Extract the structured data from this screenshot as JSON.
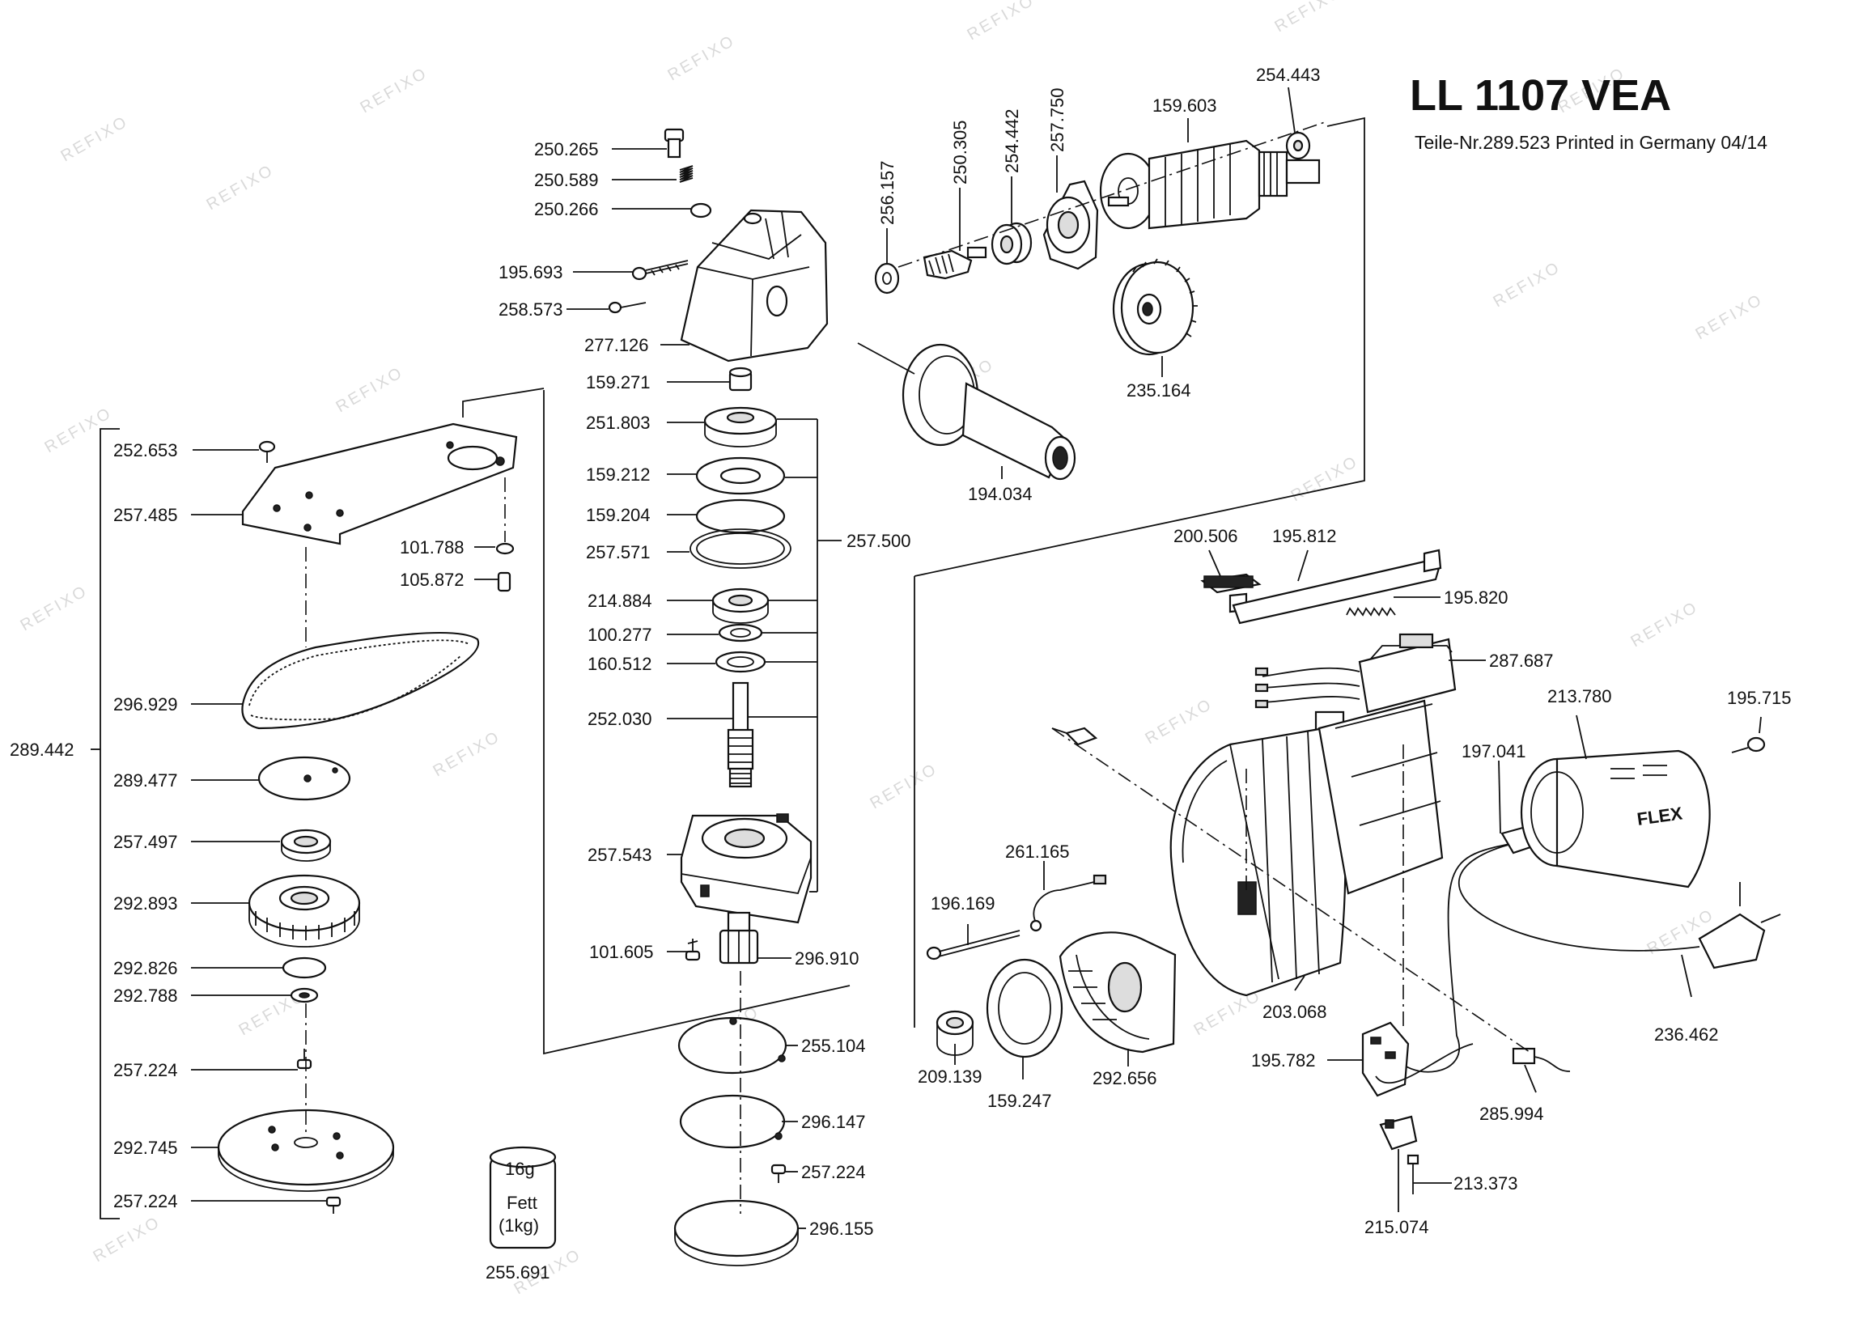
{
  "header": {
    "title": "LL 1107 VEA",
    "subtitle": "Teile-Nr.289.523 Printed in Germany 04/14"
  },
  "watermark": "REFIXO",
  "grease": {
    "amount": "16g",
    "name": "Fett",
    "qty": "(1kg)",
    "part": "255.691"
  },
  "brand_logo": "FLEX",
  "parts": {
    "p250_265": "250.265",
    "p250_589": "250.589",
    "p250_266": "250.266",
    "p195_693": "195.693",
    "p258_573": "258.573",
    "p277_126": "277.126",
    "p159_271": "159.271",
    "p251_803": "251.803",
    "p159_212": "159.212",
    "p159_204": "159.204",
    "p257_571": "257.571",
    "p257_500": "257.500",
    "p214_884": "214.884",
    "p100_277": "100.277",
    "p160_512": "160.512",
    "p252_030": "252.030",
    "p257_543": "257.543",
    "p101_605": "101.605",
    "p296_910": "296.910",
    "p255_104": "255.104",
    "p296_147": "296.147",
    "p257_224_c": "257.224",
    "p296_155": "296.155",
    "p252_653": "252.653",
    "p257_485": "257.485",
    "p101_788": "101.788",
    "p105_872": "105.872",
    "p296_929": "296.929",
    "p289_442": "289.442",
    "p289_477": "289.477",
    "p257_497": "257.497",
    "p292_893": "292.893",
    "p292_826": "292.826",
    "p292_788": "292.788",
    "p257_224_a": "257.224",
    "p292_745": "292.745",
    "p257_224_b": "257.224",
    "p256_157": "256.157",
    "p250_305": "250.305",
    "p254_442": "254.442",
    "p257_750": "257.750",
    "p159_603": "159.603",
    "p254_443": "254.443",
    "p235_164": "235.164",
    "p194_034": "194.034",
    "p200_506": "200.506",
    "p195_812": "195.812",
    "p195_820": "195.820",
    "p287_687": "287.687",
    "p213_780": "213.780",
    "p195_715": "195.715",
    "p197_041": "197.041",
    "p261_165": "261.165",
    "p196_169": "196.169",
    "p236_462": "236.462",
    "p203_068": "203.068",
    "p195_782": "195.782",
    "p285_994": "285.994",
    "p209_139": "209.139",
    "p159_247": "159.247",
    "p292_656": "292.656",
    "p213_373": "213.373",
    "p215_074": "215.074"
  }
}
